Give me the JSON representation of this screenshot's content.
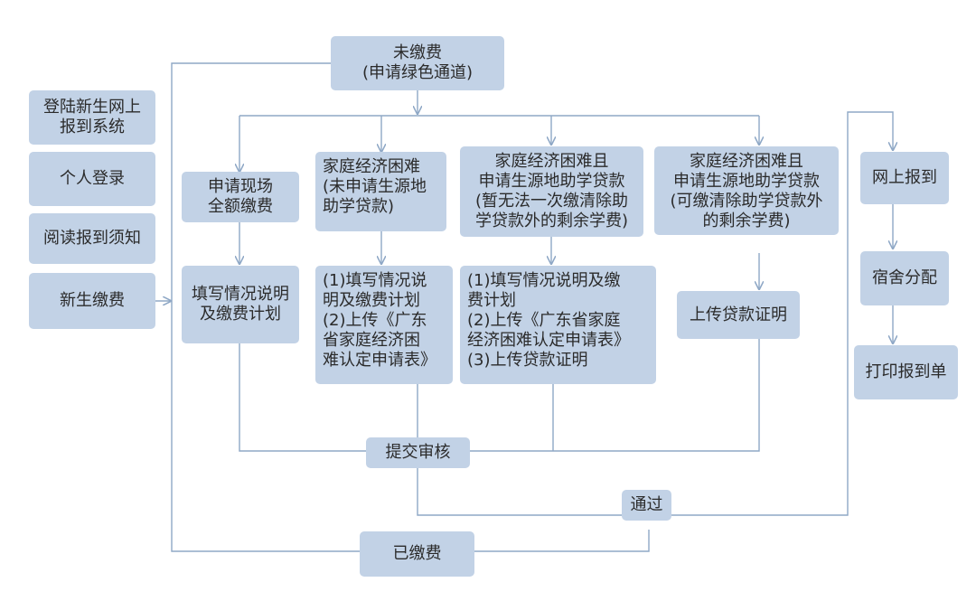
{
  "colors": {
    "box_fill": "#c2d2e6",
    "line": "#8fa8c6",
    "text": "#2b2b2b",
    "background": "#ffffff"
  },
  "nodes": {
    "unpaid": "未缴费\n(申请绿色通道)",
    "login_system": "登陆新生网上\n报到系统",
    "personal_login": "个人登录",
    "read_notice": "阅读报到须知",
    "freshman_payment": "新生缴费",
    "apply_onsite_full": "申请现场\n全额缴费",
    "difficulty_no_loan": "家庭经济困难\n(未申请生源地\n助学贷款)",
    "difficulty_loan_cannot_clear": "家庭经济困难且\n申请生源地助学贷款\n(暂无法一次缴清除助\n学贷款外的剩余学费)",
    "difficulty_loan_can_clear": "家庭经济困难且\n申请生源地助学贷款\n(可缴清除助学贷款外\n的剩余学费)",
    "fill_situation_plan": "填写情况说明\n及缴费计划",
    "fill_upload_a": "(1)填写情况说\n明及缴费计划\n(2)上传《广东\n省家庭经济困\n难认定申请表》",
    "fill_upload_b": "(1)填写情况说明及缴\n费计划\n(2)上传《广东省家庭\n经济困难认定申请表》\n(3)上传贷款证明",
    "upload_loan_proof": "上传贷款证明",
    "submit_review": "提交审核",
    "approved": "通过",
    "paid": "已缴费",
    "online_registration": "网上报到",
    "dorm_assignment": "宿舍分配",
    "print_registration": "打印报到单"
  }
}
